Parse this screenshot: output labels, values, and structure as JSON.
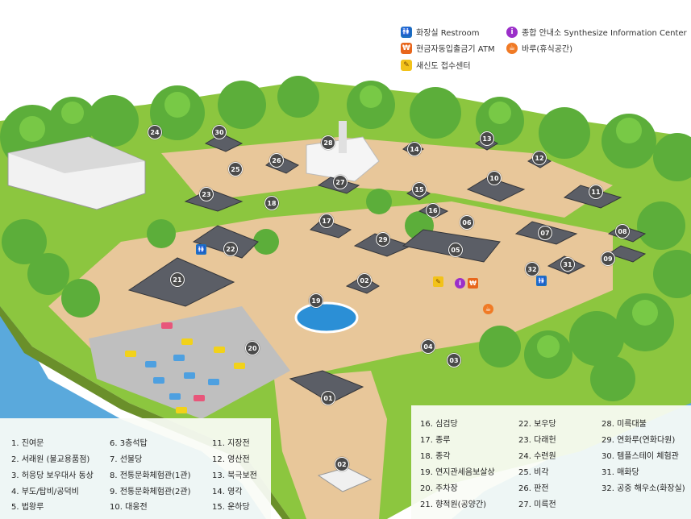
{
  "legend": {
    "restroom": {
      "label": "화장실 Restroom",
      "icon": "restroom-icon",
      "color": "#1d6fc4"
    },
    "atm": {
      "label": "현금자동입출금기 ATM",
      "icon": "atm-icon",
      "color": "#e8661c"
    },
    "notice": {
      "label": "새신도 접수센터",
      "icon": "reception-icon",
      "color": "#f2c21a"
    },
    "info": {
      "label": "종합 안내소 Synthesize Information Center",
      "icon": "info-icon",
      "color": "#9b2fc9"
    },
    "cafe": {
      "label": "바루(휴식공간)",
      "icon": "cafe-icon",
      "color": "#f07a25"
    }
  },
  "markers": [
    "01",
    "02",
    "03",
    "04",
    "05",
    "06",
    "07",
    "08",
    "09",
    "10",
    "11",
    "12",
    "13",
    "14",
    "15",
    "16",
    "17",
    "18",
    "19",
    "20",
    "21",
    "22",
    "23",
    "24",
    "25",
    "26",
    "27",
    "28",
    "29",
    "30",
    "31",
    "32"
  ],
  "places": [
    "1. 진여문",
    "2. 서래원 (불교용품점)",
    "3. 허응당 보우대사 동상",
    "4. 부도/탑비/공덕비",
    "5. 법왕루",
    "6. 3층석탑",
    "7. 선불당",
    "8. 전통문화체험관(1관)",
    "9. 전통문화체험관(2관)",
    "10. 대웅전",
    "11. 지장전",
    "12. 영산전",
    "13. 북극보전",
    "14. 영각",
    "15. 운하당",
    "16. 심검당",
    "17. 종루",
    "18. 종각",
    "19. 연지관세음보살상",
    "20. 주차장",
    "21. 향적원(공양간)",
    "22. 보우당",
    "23. 다래헌",
    "24. 수련원",
    "25. 비각",
    "26. 판전",
    "27. 미륵전",
    "28. 미륵대불",
    "29. 연화루(연화다원)",
    "30. 템플스테이 체험관",
    "31. 매화당",
    "32. 공중 해우소(화장실)"
  ],
  "colors": {
    "grass": "#8cc63f",
    "path": "#e8c79a",
    "water": "#5aa9dc",
    "tree": "#5cae3a",
    "roof": "#5b5e66",
    "marker": "#4a4a4a"
  }
}
